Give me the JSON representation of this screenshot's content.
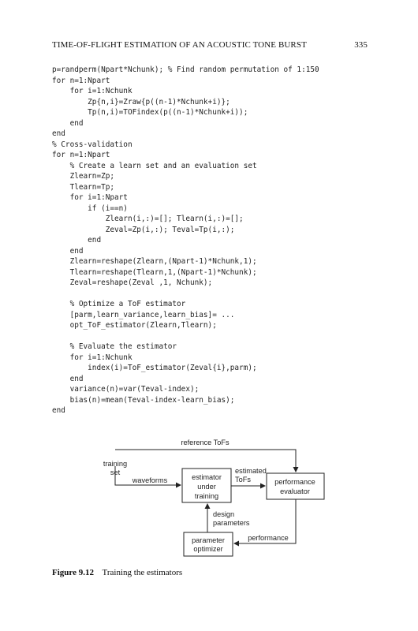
{
  "header": {
    "title": "TIME-OF-FLIGHT ESTIMATION OF AN ACOUSTIC TONE BURST",
    "page_number": "335"
  },
  "code_lines": [
    "p=randperm(Npart*Nchunk); % Find random permutation of 1:150",
    "for n=1:Npart",
    "    for i=1:Nchunk",
    "        Zp{n,i}=Zraw{p((n-1)*Nchunk+i)};",
    "        Tp(n,i)=TOFindex(p((n-1)*Nchunk+i));",
    "    end",
    "end",
    "% Cross-validation",
    "for n=1:Npart",
    "    % Create a learn set and an evaluation set",
    "    Zlearn=Zp;",
    "    Tlearn=Tp;",
    "    for i=1:Npart",
    "        if (i==n)",
    "            Zlearn(i,:)=[]; Tlearn(i,:)=[];",
    "            Zeval=Zp(i,:); Teval=Tp(i,:);",
    "        end",
    "    end",
    "    Zlearn=reshape(Zlearn,(Npart-1)*Nchunk,1);",
    "    Tlearn=reshape(Tlearn,1,(Npart-1)*Nchunk);",
    "    Zeval=reshape(Zeval ,1, Nchunk);",
    "",
    "    % Optimize a ToF estimator",
    "    [parm,learn_variance,learn_bias]= ...",
    "    opt_ToF_estimator(Zlearn,Tlearn);",
    "",
    "    % Evaluate the estimator",
    "    for i=1:Nchunk",
    "        index(i)=ToF_estimator(Zeval{i},parm);",
    "    end",
    "    variance(n)=var(Teval-index);",
    "    bias(n)=mean(Teval-index-learn_bias);",
    "end"
  ],
  "diagram": {
    "reference_tofs": "reference ToFs",
    "training_set_line1": "training",
    "training_set_line2": "set",
    "waveforms": "waveforms",
    "estimator_line1": "estimator",
    "estimator_line2": "under",
    "estimator_line3": "training",
    "estimated_tofs_line1": "estimated",
    "estimated_tofs_line2": "ToFs",
    "performance_evaluator_line1": "performance",
    "performance_evaluator_line2": "evaluator",
    "design_parameters_line1": "design",
    "design_parameters_line2": "parameters",
    "performance": "performance",
    "parameter_optimizer_line1": "parameter",
    "parameter_optimizer_line2": "optimizer"
  },
  "caption": {
    "figure_label": "Figure 9.12",
    "text": "Training the estimators"
  }
}
